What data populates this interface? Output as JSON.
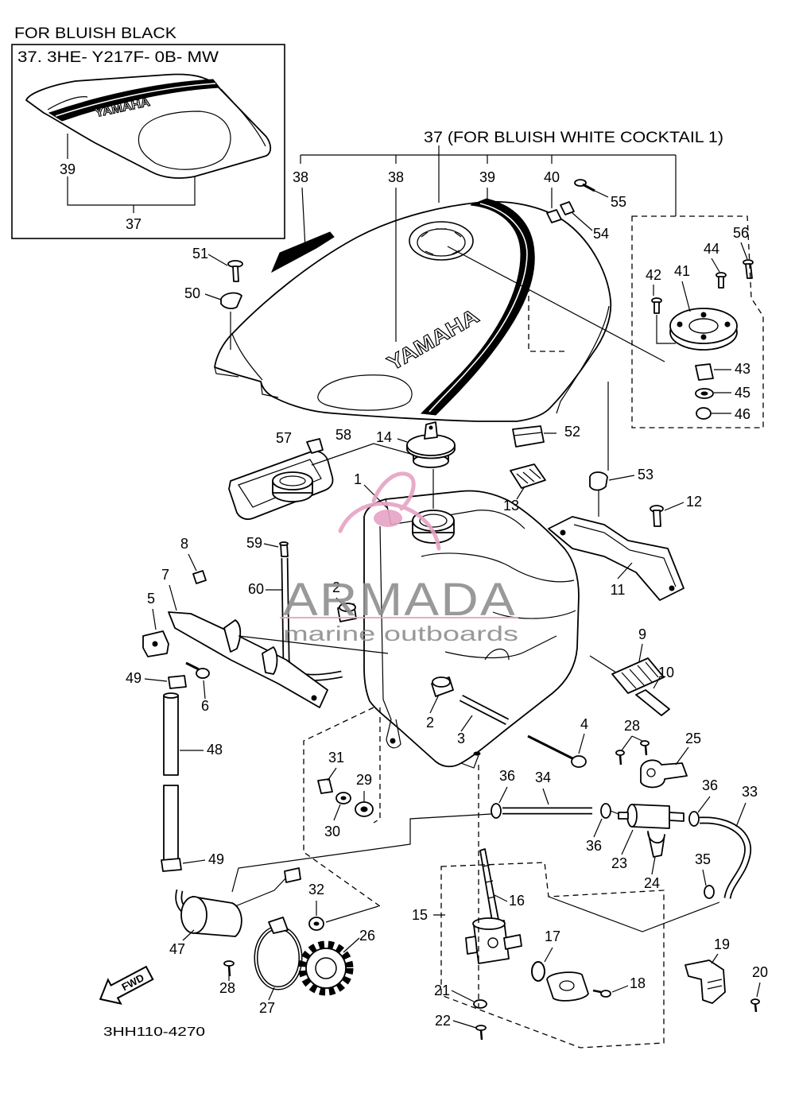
{
  "inset": {
    "header": "FOR BLUISH BLACK",
    "part_code": "37. 3HE- Y217F- 0B- MW",
    "cover_logo": "YAMAHA",
    "part_labels": [
      "39",
      "37"
    ]
  },
  "main": {
    "variant_note": "37 (FOR BLUISH WHITE COCKTAIL 1)",
    "tank_logo": "YAMAHA",
    "part_labels": [
      "38",
      "38",
      "39",
      "40",
      "55",
      "54",
      "56",
      "44",
      "42",
      "41",
      "43",
      "45",
      "46",
      "51",
      "50",
      "57",
      "58",
      "14",
      "52",
      "53",
      "12",
      "13",
      "1",
      "11",
      "59",
      "60",
      "8",
      "7",
      "5",
      "2",
      "9",
      "10",
      "49",
      "6",
      "2",
      "3",
      "4",
      "28",
      "25",
      "48",
      "31",
      "29",
      "30",
      "36",
      "34",
      "36",
      "33",
      "36",
      "23",
      "24",
      "35",
      "49",
      "32",
      "16",
      "15",
      "26",
      "17",
      "47",
      "19",
      "20",
      "18",
      "21",
      "28",
      "27",
      "22"
    ]
  },
  "fwd_arrow_label": "FWD",
  "diagram_code": "3HH110-4270",
  "watermark": {
    "brand": "ARMADA",
    "tagline": "marine outboards"
  },
  "colors": {
    "ink": "#000000",
    "paper": "#ffffff",
    "watermark_gray": "#8e8e8e",
    "watermark_pink": "#e6a3c4"
  }
}
